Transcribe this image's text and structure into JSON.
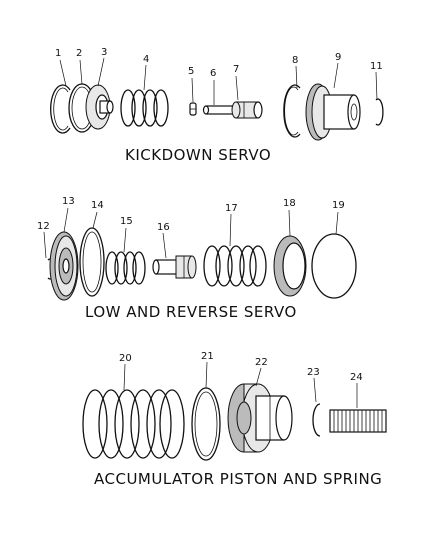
{
  "sections": {
    "kickdown": "KICKDOWN SERVO",
    "low_reverse": "LOW AND REVERSE SERVO",
    "accumulator": "ACCUMULATOR PISTON AND SPRING"
  },
  "callouts": {
    "c1": "1",
    "c2": "2",
    "c3": "3",
    "c4": "4",
    "c5": "5",
    "c6": "6",
    "c7": "7",
    "c8": "8",
    "c9": "9",
    "c11": "11",
    "c12": "12",
    "c13": "13",
    "c14": "14",
    "c15": "15",
    "c16": "16",
    "c17": "17",
    "c18": "18",
    "c19": "19",
    "c20": "20",
    "c21": "21",
    "c22": "22",
    "c23": "23",
    "c24": "24"
  }
}
